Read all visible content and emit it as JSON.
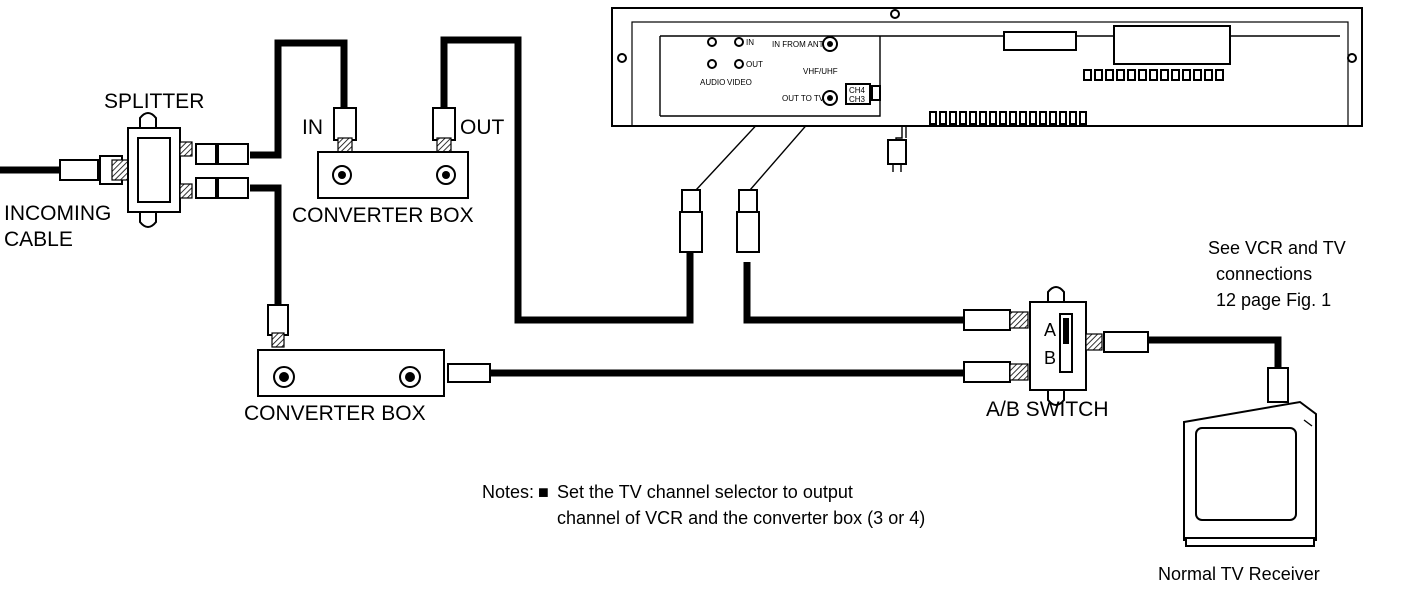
{
  "labels": {
    "splitter": "SPLITTER",
    "incoming_cable_line1": "INCOMING",
    "incoming_cable_line2": "CABLE",
    "converter_box_top": "CONVERTER BOX",
    "converter_box_bottom": "CONVERTER BOX",
    "in": "IN",
    "out": "OUT",
    "ab_switch": "A/B SWITCH",
    "switch_a": "A",
    "switch_b": "B",
    "tv_receiver": "Normal TV Receiver",
    "see_vcr_line1": "See VCR and TV",
    "see_vcr_line2": "connections",
    "see_vcr_line3": "12 page Fig. 1"
  },
  "vcr": {
    "in_label": "IN",
    "out_label": "OUT",
    "audio_label": "AUDIO",
    "video_label": "VIDEO",
    "in_from_ant": "IN FROM ANT",
    "vhf_uhf": "VHF/UHF",
    "out_to_tv": "OUT TO TV",
    "ch4": "CH4",
    "ch3": "CH3"
  },
  "notes": {
    "prefix": "Notes:",
    "bullet": "■",
    "line1": "Set the TV channel selector to output",
    "line2": "channel of VCR and the converter box (3 or 4)"
  },
  "colors": {
    "ink": "#000000",
    "paper": "#ffffff"
  }
}
